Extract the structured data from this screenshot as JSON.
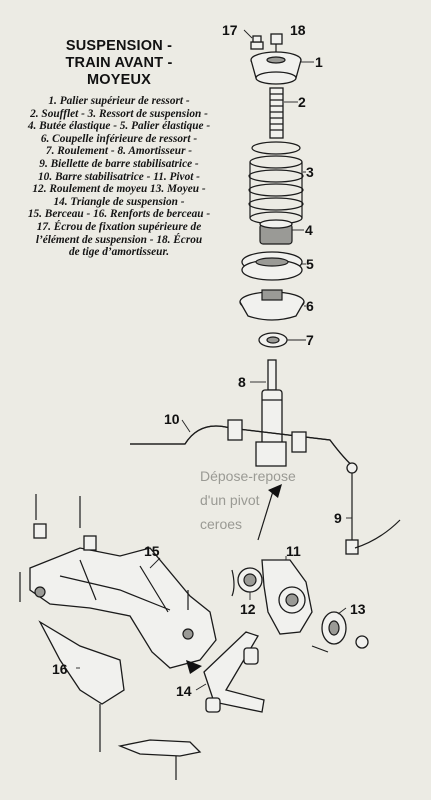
{
  "title": [
    "SUSPENSION -",
    "TRAIN AVANT -",
    "MOYEUX"
  ],
  "legend": [
    "1. Palier supérieur de ressort -",
    "2. Soufflet - 3. Ressort de suspension -",
    "4. Butée élastique - 5. Palier élastique -",
    "6. Coupelle inférieure de ressort -",
    "7. Roulement - 8. Amortisseur -",
    "9. Biellette de barre stabilisatrice -",
    "10. Barre stabilisatrice - 11. Pivot -",
    "12. Roulement de moyeu 13. Moyeu -",
    "14. Triangle de suspension -",
    "15. Berceau - 16. Renforts de berceau -",
    "17. Écrou de fixation supérieure de",
    "l’élément de suspension - 18. Écrou",
    "de tige d’amortisseur."
  ],
  "callouts": {
    "n1": "1",
    "n2": "2",
    "n3": "3",
    "n4": "4",
    "n5": "5",
    "n6": "6",
    "n7": "7",
    "n8": "8",
    "n9": "9",
    "n10": "10",
    "n11": "11",
    "n12": "12",
    "n13": "13",
    "n14": "14",
    "n15": "15",
    "n16": "16",
    "n17": "17",
    "n18": "18"
  },
  "bleed_text": [
    "Dépose-repose",
    "d'un pivot",
    "ceroes"
  ],
  "colors": {
    "paper": "#ecebe4",
    "ink": "#1b1b1b",
    "shade": "#9a9a96"
  }
}
